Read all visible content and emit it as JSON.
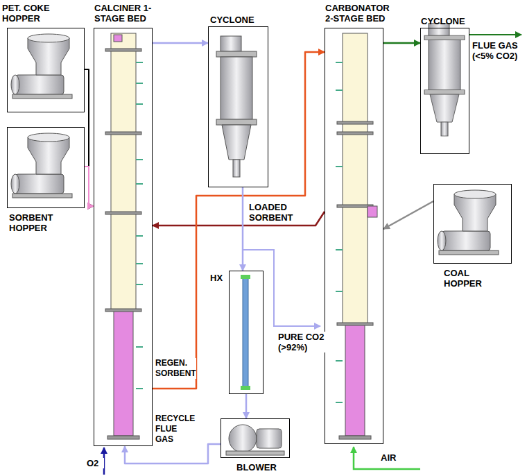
{
  "diagram": {
    "nodes": [
      {
        "text": [
          "PET. COKE HOPPER"
        ]
      },
      {
        "text": [
          "CALCINER 1-STAGE BED"
        ]
      },
      {
        "text": [
          "CYCLONE"
        ]
      },
      {
        "text": [
          "CARBONATOR 2-STAGE BED"
        ]
      },
      {
        "text": [
          "CYCLONE"
        ]
      },
      {
        "text": [
          "SORBENT HOPPER"
        ]
      },
      {
        "text": [
          "COAL HOPPER"
        ]
      },
      {
        "text": [
          "HX"
        ]
      },
      {
        "text": [
          "BLOWER"
        ]
      }
    ],
    "edges": [
      {
        "from": 0,
        "to": 1,
        "arrow": "to"
      },
      {
        "from": 1,
        "to": 2,
        "arrow": "to"
      },
      {
        "from": 3,
        "to": 4,
        "arrow": "to"
      },
      {
        "from": 3,
        "to": 1,
        "label": "LOADED SORBENT",
        "arrow": "to"
      },
      {
        "from": 5,
        "to": 1,
        "arrow": "to"
      },
      {
        "from": 6,
        "to": 3,
        "arrow": "to"
      },
      {
        "from": 1,
        "to": 3,
        "label": "REGEN. SORBENT",
        "arrow": "to"
      },
      {
        "from": 2,
        "to": 7,
        "arrow": "to"
      },
      {
        "from": 7,
        "to": 8,
        "arrow": "to"
      },
      {
        "from": 8,
        "to": 1,
        "label": "RECYCLE FLUE GAS",
        "arrow": "to"
      }
    ],
    "labels": [
      "FLUE GAS (<5% CO2)",
      "PURE CO2 (>92%)",
      "O2",
      "AIR"
    ]
  }
}
